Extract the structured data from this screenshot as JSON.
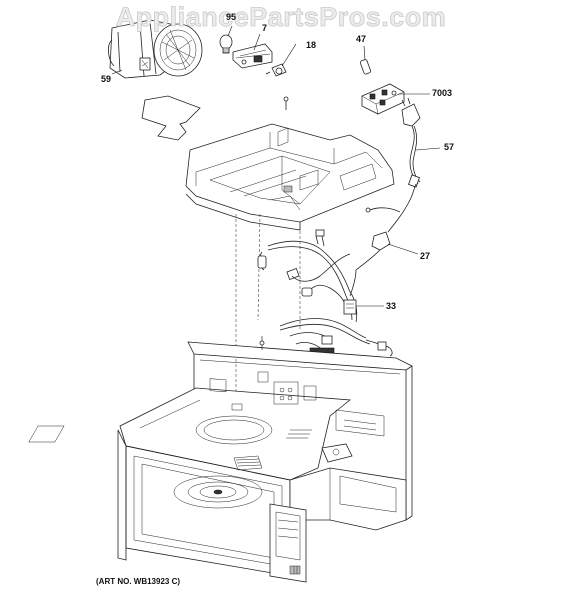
{
  "watermark": "AppliancePartsPros.com",
  "art_number": "(ART NO. WB13923 C)",
  "callouts": [
    {
      "id": "59",
      "label": "59"
    },
    {
      "id": "95",
      "label": "95"
    },
    {
      "id": "7",
      "label": "7"
    },
    {
      "id": "18",
      "label": "18"
    },
    {
      "id": "47",
      "label": "47"
    },
    {
      "id": "7003",
      "label": "7003"
    },
    {
      "id": "57",
      "label": "57"
    },
    {
      "id": "27",
      "label": "27"
    },
    {
      "id": "33",
      "label": "33"
    }
  ],
  "colors": {
    "line": "#222222",
    "watermark": "#c9c9c9"
  }
}
